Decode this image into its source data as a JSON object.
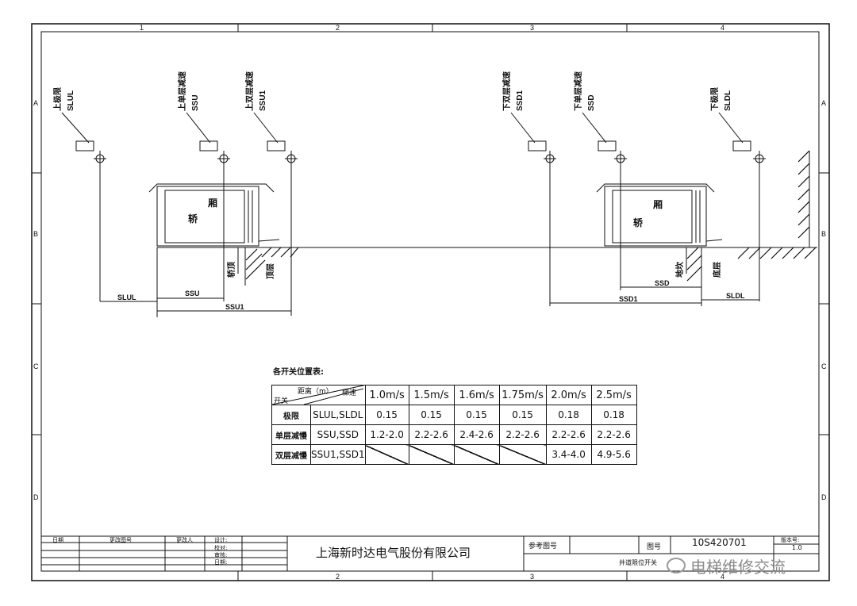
{
  "frame": {
    "col_markers": [
      "1",
      "2",
      "3",
      "4"
    ],
    "row_markers": [
      "A",
      "B",
      "C",
      "D"
    ]
  },
  "switches_top": {
    "slul": {
      "cn": "上极限",
      "code": "SLUL"
    },
    "ssu": {
      "cn": "上单层减速",
      "code": "SSU"
    },
    "ssu1": {
      "cn": "上双层减速",
      "code": "SSU1"
    },
    "ssd1": {
      "cn": "下双层减速",
      "code": "SSD1"
    },
    "ssd": {
      "cn": "下单层减速",
      "code": "SSD"
    },
    "sldl": {
      "cn": "下极限",
      "code": "SLDL"
    }
  },
  "left_car": {
    "car_label": [
      "轿",
      "厢"
    ],
    "stop_label": "轿顶",
    "floor_label": "顶层",
    "dims": {
      "slul": "SLUL",
      "ssu": "SSU",
      "ssu1": "SSU1"
    }
  },
  "right_car": {
    "car_label": [
      "轿",
      "厢"
    ],
    "stop_label": "地坎",
    "floor_label": "底层",
    "dims": {
      "ssd": "SSD",
      "ssd1": "SSD1",
      "sldl": "SLDL"
    }
  },
  "table": {
    "caption": "各开关位置表:",
    "header": {
      "distance": "距离（m）",
      "speed": "梯速",
      "switch": "开关"
    },
    "speeds": [
      "1.0m/s",
      "1.5m/s",
      "1.6m/s",
      "1.75m/s",
      "2.0m/s",
      "2.5m/s"
    ],
    "rows": [
      {
        "name": "极限",
        "codes": "SLUL,SLDL",
        "values": [
          "0.15",
          "0.15",
          "0.15",
          "0.15",
          "0.18",
          "0.18"
        ]
      },
      {
        "name": "单层减慢",
        "codes": "SSU,SSD",
        "values": [
          "1.2-2.0",
          "2.2-2.6",
          "2.4-2.6",
          "2.2-2.6",
          "2.2-2.6",
          "2.2-2.6"
        ]
      },
      {
        "name": "双层减慢",
        "codes": "SSU1,SSD1",
        "values": [
          "",
          "",
          "",
          "",
          "3.4-4.0",
          "4.9-5.6"
        ]
      }
    ]
  },
  "title_block": {
    "date_label": "日期",
    "change_no_label": "更改图号",
    "changer_label": "更改人",
    "design_label": "设计:",
    "check_label": "校对:",
    "review_label": "审核:",
    "date2_label": "日期:",
    "company": "上海新时达电气股份有限公司",
    "ref_drawing_label": "参考图号",
    "drawing_no_label": "图号",
    "drawing_no": "10S420701",
    "version_label": "版本号:",
    "version": "1.0",
    "sheet_label": "井道限位开关"
  },
  "watermark": "电梯维修交流"
}
